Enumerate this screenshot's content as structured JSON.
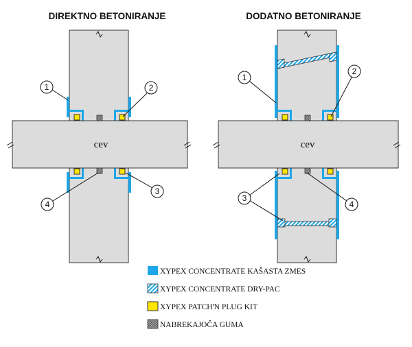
{
  "titles": {
    "left": "DIREKTNO BETONIRANJE",
    "right": "DODATNO BETONIRANJE"
  },
  "pipe_label": "cev",
  "callouts": {
    "one": "1",
    "two": "2",
    "three": "3",
    "four": "4"
  },
  "legend": [
    {
      "label": "XYPEX CONCENTRATE KAŠASTA ZMES",
      "color": "#1ea7e8"
    },
    {
      "label": "XYPEX CONCENTRATE DRY-PAC",
      "color": "#7fd0f5"
    },
    {
      "label": "XYPEX PATCH'N PLUG KIT",
      "color": "#ffe600"
    },
    {
      "label": "NABREKAJOČA GUMA",
      "color": "#555555"
    }
  ],
  "colors": {
    "slurry": "#1ea7e8",
    "plug": "#ffe600",
    "concrete": "#dcdcdc"
  }
}
